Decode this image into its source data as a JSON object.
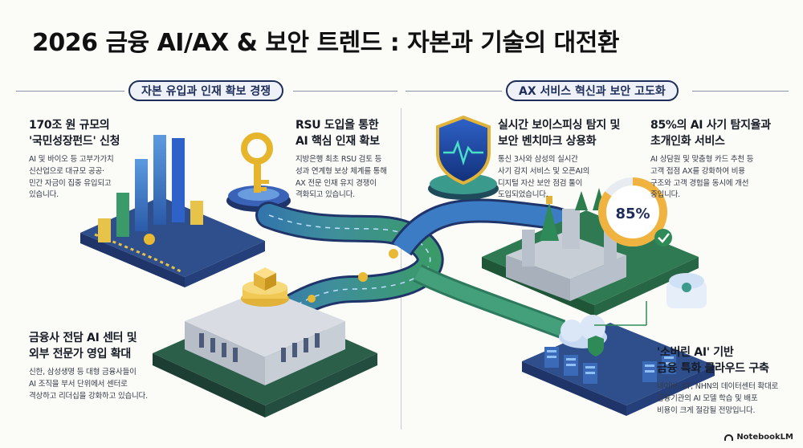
{
  "title": "2026 금융 AI/AX & 보안 트렌드 : 자본과 기술의 대전환",
  "sections": {
    "left": "자본 유입과 인재 확보 경쟁",
    "right": "AX 서비스 혁신과 보안 고도화"
  },
  "blocks": {
    "capital": {
      "heading_1": "170조 원 규모의",
      "heading_2": "'국민성장펀드' 신청",
      "body": [
        "AI 및 바이오 등 고부가가치",
        "신산업으로 대규모 공공·",
        "민간 자금이 집중 유입되고",
        "있습니다."
      ]
    },
    "rsu": {
      "heading_1": "RSU 도입을 통한",
      "heading_2": "AI 핵심 인재 확보",
      "body": [
        "지방은행 최초 RSU 검토 등",
        "성과 연계형 보상 체계를 통해",
        "AX 전문 인재 유지 경쟁이",
        "격화되고 있습니다."
      ]
    },
    "center": {
      "heading_1": "금융사 전담 AI 센터 및",
      "heading_2": "외부 전문가 영입 확대",
      "body": [
        "신한, 삼성생명 등 대형 금융사들이",
        "AI 조직을 부서 단위에서 센터로",
        "격상하고 리더십을 강화하고 있습니다."
      ]
    },
    "voice": {
      "heading_1": "실시간 보이스피싱 탐지 및",
      "heading_2": "보안 벤치마크 상용화",
      "body": [
        "통신 3사와 삼성의 실시간",
        "사기 감지 서비스 및 오픈AI의",
        "디지털 자산 보안 점검 툴이",
        "도입되었습니다."
      ]
    },
    "fraud": {
      "heading_1": "85%의 AI 사기 탐지율과",
      "heading_2": "초개인화 서비스",
      "body": [
        "AI 상담원 및 맞춤형 카드 추천 등",
        "고객 접점 AX를 강화하여 비용",
        "구조와 고객 경험을 동시에 개선",
        "중입니다."
      ]
    },
    "cloud": {
      "heading_1": "'소버린 AI' 기반",
      "heading_2": "금융 특화 클라우드 구축",
      "body": [
        "네이버, KT, NHN의 데이터센터 확대로",
        "금융기관의 AI 모델 학습 및 배포",
        "비용이 크게 절감될 전망입니다."
      ]
    }
  },
  "gauge": {
    "label": "85%",
    "value": 85
  },
  "credit": "NotebookLM",
  "colors": {
    "navy": "#1e2d5a",
    "green": "#2e8b57",
    "teal": "#3a9a8c",
    "gold": "#e2b33a",
    "blue": "#4a78c8"
  }
}
